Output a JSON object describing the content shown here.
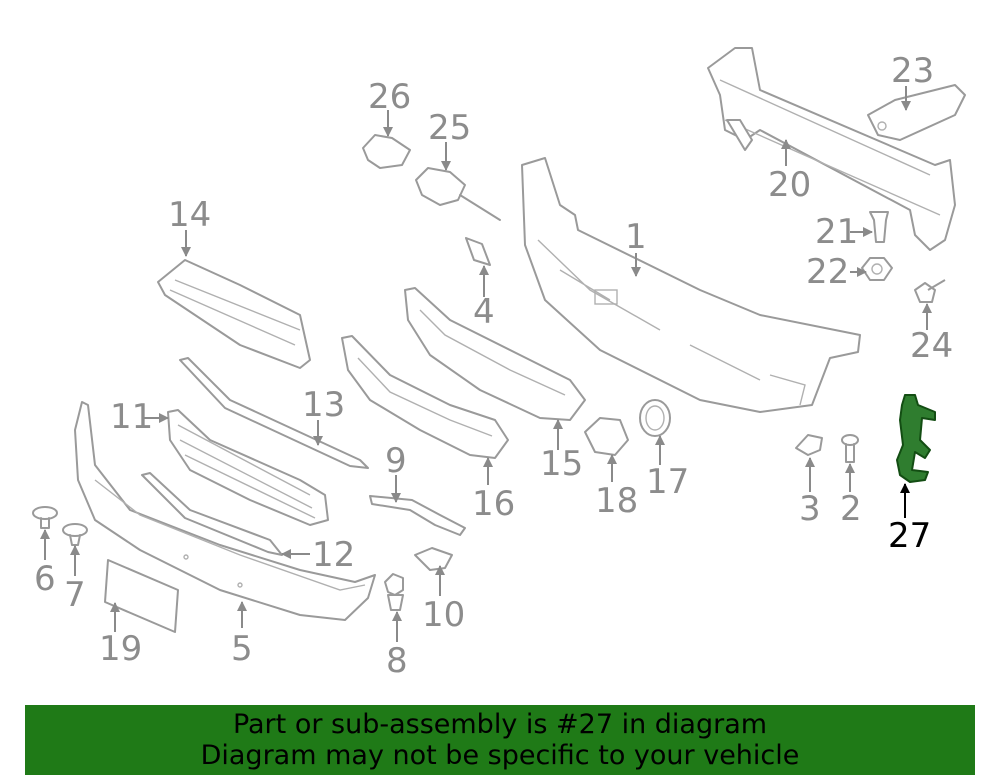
{
  "diagram": {
    "callouts": [
      "1",
      "2",
      "3",
      "4",
      "5",
      "6",
      "7",
      "8",
      "9",
      "10",
      "11",
      "12",
      "13",
      "14",
      "15",
      "16",
      "17",
      "18",
      "19",
      "20",
      "21",
      "22",
      "23",
      "24",
      "25",
      "26",
      "27"
    ],
    "highlighted_callout": "27"
  },
  "banner": {
    "line1": "Part or sub-assembly is #27 in diagram",
    "line2": "Diagram may not be specific to your vehicle"
  },
  "colors": {
    "banner_bg": "#1f7a17",
    "highlight_part": "#2f7d2f",
    "line_gray": "#9a9a9a"
  }
}
